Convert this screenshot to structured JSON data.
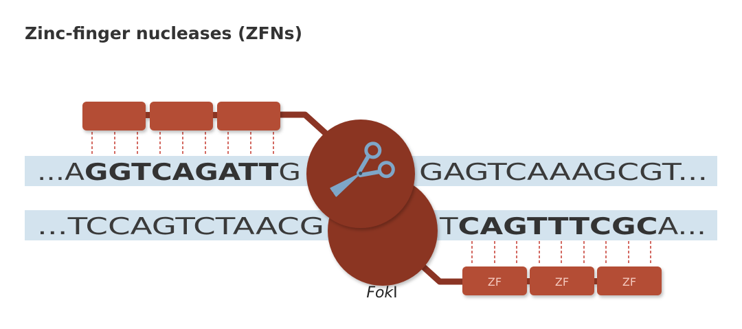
{
  "title": "Zinc-finger nucleases (ZFNs)",
  "strands": {
    "top": {
      "left": [
        {
          "c": "...A",
          "bold": false
        },
        {
          "c": "G",
          "bold": true
        },
        {
          "c": "G",
          "bold": true
        },
        {
          "c": "T",
          "bold": true
        },
        {
          "c": "C",
          "bold": true
        },
        {
          "c": "A",
          "bold": true
        },
        {
          "c": "G",
          "bold": true
        },
        {
          "c": "A",
          "bold": true
        },
        {
          "c": "T",
          "bold": true
        },
        {
          "c": "T",
          "bold": true
        },
        {
          "c": "G",
          "bold": false
        }
      ],
      "right": "GAGTCAAAGCGT..."
    },
    "bottom": {
      "left": "...TCCAGTCTAACG",
      "right": [
        {
          "c": "T",
          "bold": false
        },
        {
          "c": "C",
          "bold": true
        },
        {
          "c": "A",
          "bold": true
        },
        {
          "c": "G",
          "bold": true
        },
        {
          "c": "T",
          "bold": true
        },
        {
          "c": "T",
          "bold": true
        },
        {
          "c": "T",
          "bold": true
        },
        {
          "c": "C",
          "bold": true
        },
        {
          "c": "G",
          "bold": true
        },
        {
          "c": "C",
          "bold": true
        },
        {
          "c": "A...",
          "bold": false
        }
      ]
    }
  },
  "zf_label": "ZF",
  "enzyme_label": "FokI",
  "enzyme_italic_part": "Fok",
  "enzyme_roman_part": "I",
  "icons": {
    "cleavage": "scissors-icon"
  },
  "colors": {
    "dna_band": "#d3e3ee",
    "zf_box": "#b44d34",
    "fok_domain": "#8b3424",
    "linker": "#8b3424",
    "binding_line": "#c8443a",
    "scissors": "#7ea6c8"
  }
}
